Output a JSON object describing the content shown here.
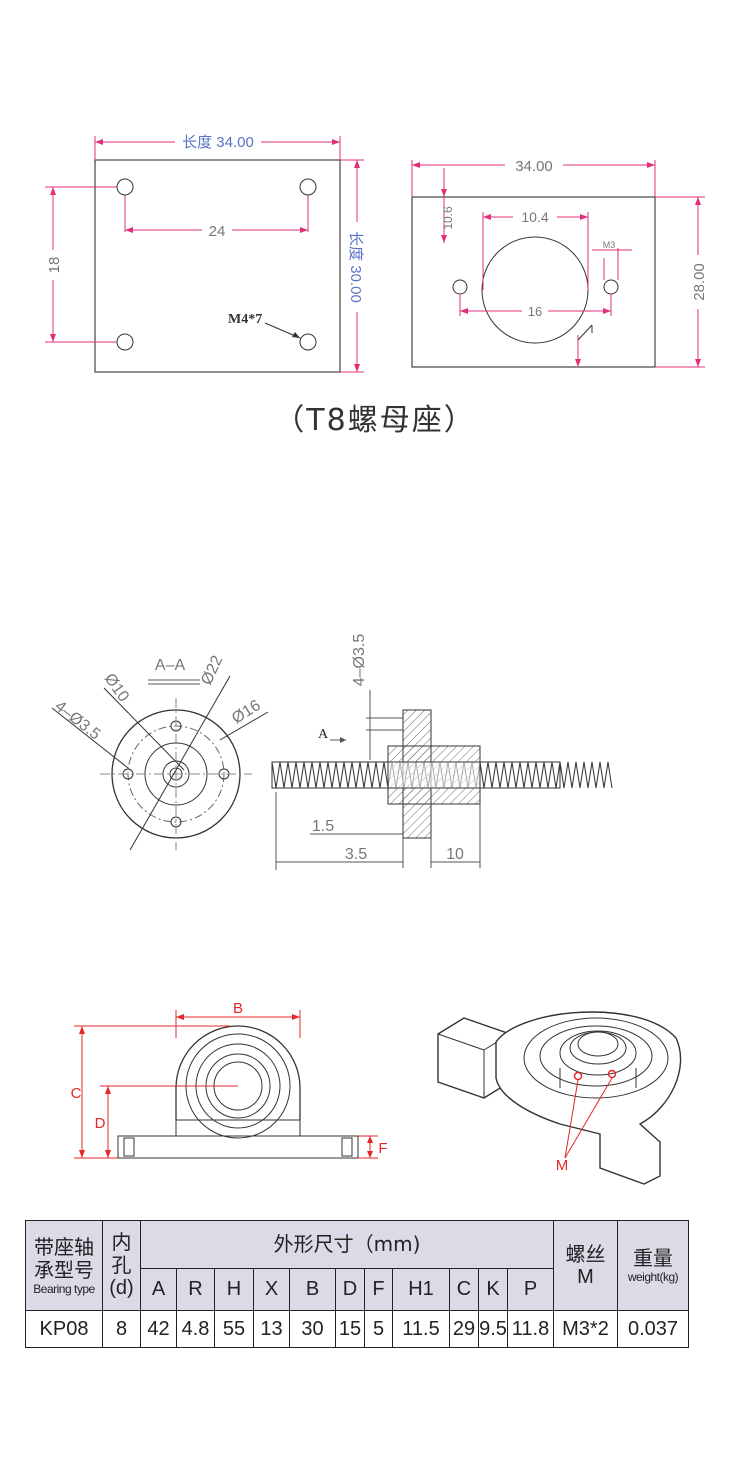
{
  "t8_seat": {
    "left_view": {
      "width_label": "长度 34.00",
      "height_label": "长度 30.00",
      "hole_spacing_h": "24",
      "hole_spacing_v": "18",
      "screw_label": "M4*7"
    },
    "right_view": {
      "width_label": "34.00",
      "height_label": "28.00",
      "bore_label": "10.4",
      "offset_label": "10.6",
      "hole_spacing": "16",
      "screw_label": "M3"
    },
    "caption": "（T8螺母座）"
  },
  "flange_nut": {
    "section_label": "A–A",
    "d10": "Ø10",
    "d22": "Ø22",
    "d16": "Ø16",
    "holes": "4–Ø3.5",
    "holes_side": "4–Ø3.5",
    "arrow_label": "A",
    "dim_15": "1.5",
    "dim_35": "3.5",
    "dim_10": "10"
  },
  "pillow_block": {
    "label_b": "B",
    "label_c": "C",
    "label_d": "D",
    "label_f": "F",
    "label_m": "M"
  },
  "table": {
    "col_type_1": "带座轴",
    "col_type_2": "承型号",
    "col_type_en": "Bearing type",
    "col_bore_1": "内",
    "col_bore_2": "孔",
    "col_bore_3": "(d)",
    "col_dims": "外形尺寸（mm)",
    "col_thread_1": "螺丝",
    "col_thread_2": "M",
    "col_weight_1": "重量",
    "col_weight_2": "weight(kg)",
    "sub_headers": [
      "A",
      "R",
      "H",
      "X",
      "B",
      "D",
      "F",
      "H1",
      "C",
      "K",
      "P"
    ],
    "row": {
      "type": "KP08",
      "bore": "8",
      "values": [
        "42",
        "4.8",
        "55",
        "13",
        "30",
        "15",
        "5",
        "11.5",
        "29",
        "9.5",
        "11.8"
      ],
      "thread": "M3*2",
      "weight": "0.037"
    }
  }
}
